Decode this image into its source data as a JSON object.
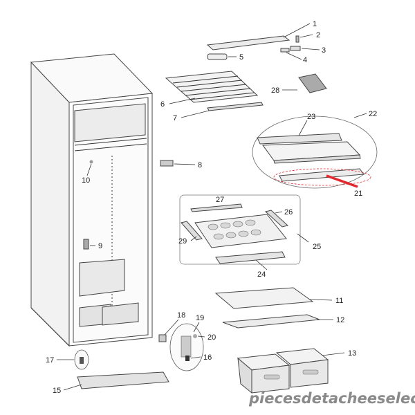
{
  "callouts": {
    "c1": "1",
    "c2": "2",
    "c3": "3",
    "c4": "4",
    "c5": "5",
    "c6": "6",
    "c7": "7",
    "c8": "8",
    "c9": "9",
    "c10": "10",
    "c11": "11",
    "c12": "12",
    "c13": "13",
    "c15": "15",
    "c16": "16",
    "c17": "17",
    "c18": "18",
    "c19": "19",
    "c20": "20",
    "c21": "21",
    "c22": "22",
    "c23": "23",
    "c24": "24",
    "c25": "25",
    "c26": "26",
    "c27": "27",
    "c28": "28",
    "c29": "29"
  },
  "watermark": "piecesdetacheeselec.com",
  "colors": {
    "highlight": "#e0282e",
    "line": "#333333",
    "part_fill": "#e6e6e6",
    "shade": "#c9c9c9"
  }
}
